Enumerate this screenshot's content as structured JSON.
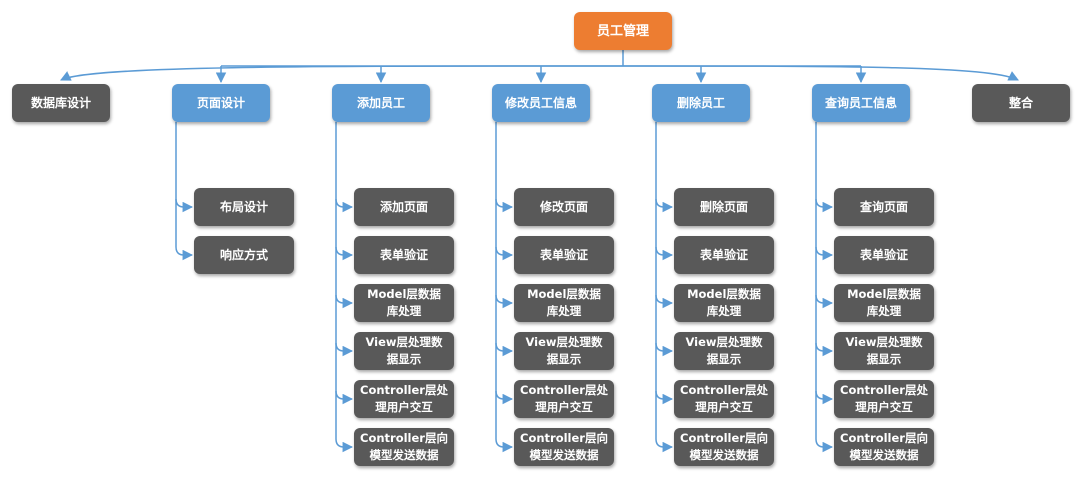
{
  "root": {
    "label": "员工管理",
    "color": "#ed7d31"
  },
  "colors": {
    "line": "#5b9bd5",
    "branch_blue": "#5b9bd5",
    "branch_gray": "#595959",
    "child": "#595959"
  },
  "branches": [
    {
      "label": "数据库设计",
      "style": "gray",
      "children": []
    },
    {
      "label": "页面设计",
      "style": "blue",
      "children": [
        "布局设计",
        "响应方式"
      ]
    },
    {
      "label": "添加员工",
      "style": "blue",
      "children": [
        "添加页面",
        "表单验证",
        "Model层数据\n库处理",
        "View层处理数\n据显示",
        "Controller层处\n理用户交互",
        "Controller层向\n模型发送数据"
      ]
    },
    {
      "label": "修改员工信息",
      "style": "blue",
      "children": [
        "修改页面",
        "表单验证",
        "Model层数据\n库处理",
        "View层处理数\n据显示",
        "Controller层处\n理用户交互",
        "Controller层向\n模型发送数据"
      ]
    },
    {
      "label": "删除员工",
      "style": "blue",
      "children": [
        "删除页面",
        "表单验证",
        "Model层数据\n库处理",
        "View层处理数\n据显示",
        "Controller层处\n理用户交互",
        "Controller层向\n模型发送数据"
      ]
    },
    {
      "label": "查询员工信息",
      "style": "blue",
      "children": [
        "查询页面",
        "表单验证",
        "Model层数据\n库处理",
        "View层处理数\n据显示",
        "Controller层处\n理用户交互",
        "Controller层向\n模型发送数据"
      ]
    },
    {
      "label": "整合",
      "style": "gray",
      "children": []
    }
  ]
}
